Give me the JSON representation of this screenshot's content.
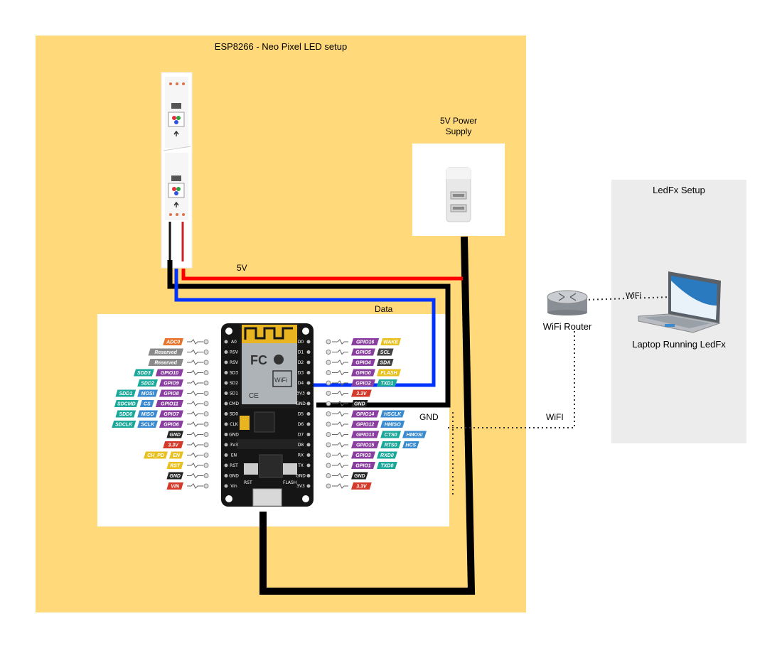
{
  "esp_area": {
    "title": "ESP8266 - Neo Pixel LED setup"
  },
  "ledfx_area": {
    "title": "LedFx Setup"
  },
  "power_supply": {
    "label_line1": "5V Power",
    "label_line2": "Supply"
  },
  "wires": {
    "five_volt": "5V",
    "data": "Data",
    "ground": "GND",
    "wifi_link": "WiFI",
    "wifi_link_laptop": "WiFi"
  },
  "router": {
    "label": "WiFi Router"
  },
  "laptop": {
    "label": "Laptop Running LedFx"
  },
  "colors": {
    "esp_background": "#ffd97a",
    "ledfx_background": "#ececec",
    "wire_5v": "#ff0000",
    "wire_data": "#0033ff",
    "wire_ground": "#000000"
  },
  "pinout": {
    "left_pins": [
      {
        "tags": [
          {
            "text": "ADC0",
            "color": "#e8732a"
          }
        ]
      },
      {
        "tags": [
          {
            "text": "Reserved",
            "color": "#8a8a8a"
          }
        ]
      },
      {
        "tags": [
          {
            "text": "Reserved",
            "color": "#8a8a8a"
          }
        ]
      },
      {
        "tags": [
          {
            "text": "SDD3",
            "color": "#1aa89a"
          },
          {
            "text": "GPIO10",
            "color": "#8a3fa0"
          }
        ]
      },
      {
        "tags": [
          {
            "text": "SDD2",
            "color": "#1aa89a"
          },
          {
            "text": "GPIO9",
            "color": "#8a3fa0"
          }
        ]
      },
      {
        "tags": [
          {
            "text": "SDD1",
            "color": "#1aa89a"
          },
          {
            "text": "MOSI",
            "color": "#3a8ad0"
          },
          {
            "text": "GPIO8",
            "color": "#8a3fa0"
          }
        ]
      },
      {
        "tags": [
          {
            "text": "SDCMD",
            "color": "#1aa89a"
          },
          {
            "text": "CS",
            "color": "#3a8ad0"
          },
          {
            "text": "GPIO11",
            "color": "#8a3fa0"
          }
        ]
      },
      {
        "tags": [
          {
            "text": "SDD0",
            "color": "#1aa89a"
          },
          {
            "text": "MISO",
            "color": "#3a8ad0"
          },
          {
            "text": "GPIO7",
            "color": "#8a3fa0"
          }
        ]
      },
      {
        "tags": [
          {
            "text": "SDCLK",
            "color": "#1aa89a"
          },
          {
            "text": "SCLK",
            "color": "#3a8ad0"
          },
          {
            "text": "GPIO6",
            "color": "#8a3fa0"
          }
        ]
      },
      {
        "tags": [
          {
            "text": "GND",
            "color": "#222222"
          }
        ]
      },
      {
        "tags": [
          {
            "text": "3.3V",
            "color": "#d43a2a"
          }
        ]
      },
      {
        "tags": [
          {
            "text": "CH_PD",
            "color": "#e8c020"
          },
          {
            "text": "EN",
            "color": "#e8c020"
          }
        ]
      },
      {
        "tags": [
          {
            "text": "RST",
            "color": "#e8c020"
          }
        ]
      },
      {
        "tags": [
          {
            "text": "GND",
            "color": "#222222"
          }
        ]
      },
      {
        "tags": [
          {
            "text": "VIN",
            "color": "#d43a2a"
          }
        ]
      }
    ],
    "right_pins": [
      {
        "tags": [
          {
            "text": "GPIO16",
            "color": "#8a3fa0"
          },
          {
            "text": "WAKE",
            "color": "#e8c020"
          }
        ]
      },
      {
        "tags": [
          {
            "text": "GPIO5",
            "color": "#8a3fa0"
          },
          {
            "text": "SCL",
            "color": "#444444"
          }
        ]
      },
      {
        "tags": [
          {
            "text": "GPIO4",
            "color": "#8a3fa0"
          },
          {
            "text": "SDA",
            "color": "#444444"
          }
        ]
      },
      {
        "tags": [
          {
            "text": "GPIO0",
            "color": "#8a3fa0"
          },
          {
            "text": "FLASH",
            "color": "#e8c020"
          }
        ]
      },
      {
        "tags": [
          {
            "text": "GPIO2",
            "color": "#8a3fa0"
          },
          {
            "text": "TXD1",
            "color": "#1aa89a"
          }
        ]
      },
      {
        "tags": [
          {
            "text": "3.3V",
            "color": "#d43a2a"
          }
        ]
      },
      {
        "tags": [
          {
            "text": "GND",
            "color": "#222222"
          }
        ]
      },
      {
        "tags": [
          {
            "text": "GPIO14",
            "color": "#8a3fa0"
          },
          {
            "text": "HSCLK",
            "color": "#3a8ad0"
          }
        ]
      },
      {
        "tags": [
          {
            "text": "GPIO12",
            "color": "#8a3fa0"
          },
          {
            "text": "HMISO",
            "color": "#3a8ad0"
          }
        ]
      },
      {
        "tags": [
          {
            "text": "GPIO13",
            "color": "#8a3fa0"
          },
          {
            "text": "CTS0",
            "color": "#1aa89a"
          },
          {
            "text": "HMOSI",
            "color": "#3a8ad0"
          }
        ]
      },
      {
        "tags": [
          {
            "text": "GPIO15",
            "color": "#8a3fa0"
          },
          {
            "text": "RTS0",
            "color": "#1aa89a"
          },
          {
            "text": "HCS",
            "color": "#3a8ad0"
          }
        ]
      },
      {
        "tags": [
          {
            "text": "GPIO3",
            "color": "#8a3fa0"
          },
          {
            "text": "RXD0",
            "color": "#1aa89a"
          }
        ]
      },
      {
        "tags": [
          {
            "text": "GPIO1",
            "color": "#8a3fa0"
          },
          {
            "text": "TXD0",
            "color": "#1aa89a"
          }
        ]
      },
      {
        "tags": [
          {
            "text": "GND",
            "color": "#222222"
          }
        ]
      },
      {
        "tags": [
          {
            "text": "3.3V",
            "color": "#d43a2a"
          }
        ]
      }
    ],
    "board_left_labels": [
      "A0",
      "RSV",
      "RSV",
      "SD3",
      "SD2",
      "SD1",
      "CMD",
      "SD0",
      "CLK",
      "GND",
      "3V3",
      "EN",
      "RST",
      "GND",
      "Vin"
    ],
    "board_right_labels": [
      "D0",
      "D1",
      "D2",
      "D3",
      "D4",
      "3V3",
      "GND",
      "D5",
      "D6",
      "D7",
      "D8",
      "RX",
      "TX",
      "GND",
      "3V3"
    ],
    "board_buttons": {
      "rst": "RST",
      "flash": "FLASH"
    },
    "module_text": {
      "brand": "WiFi",
      "fcc": "FC",
      "ce": "CE"
    }
  }
}
